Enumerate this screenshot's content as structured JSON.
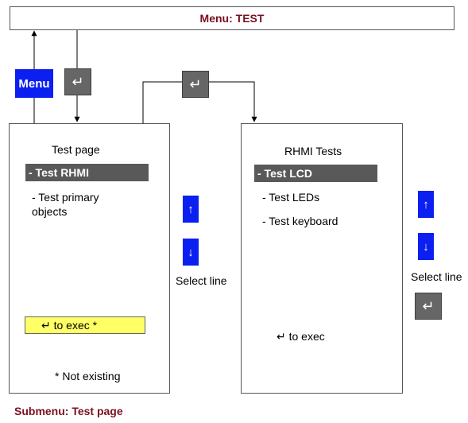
{
  "menu_bar": {
    "title": "Menu: TEST"
  },
  "keys": {
    "menu": "Menu",
    "enter_glyph": "↵",
    "up_glyph": "↑",
    "down_glyph": "↓"
  },
  "left_panel": {
    "title": "Test page",
    "selected": "- Test RHMI",
    "item": "- Test primary\nobjects",
    "exec_box": "↵  to exec *",
    "note": "* Not existing"
  },
  "right_panel": {
    "title": "RHMI Tests",
    "selected": "- Test LCD",
    "items": [
      "- Test LEDs",
      "- Test keyboard"
    ],
    "exec": "↵  to exec"
  },
  "labels": {
    "select_line_left": "Select line",
    "select_line_right": "Select line"
  },
  "footer": {
    "submenu": "Submenu: Test page"
  },
  "colors": {
    "dark_red": "#7a1020",
    "blue_key": "#0a1ff0",
    "gray_key": "#666666",
    "yellow": "#ffff66",
    "selection": "#595959"
  }
}
